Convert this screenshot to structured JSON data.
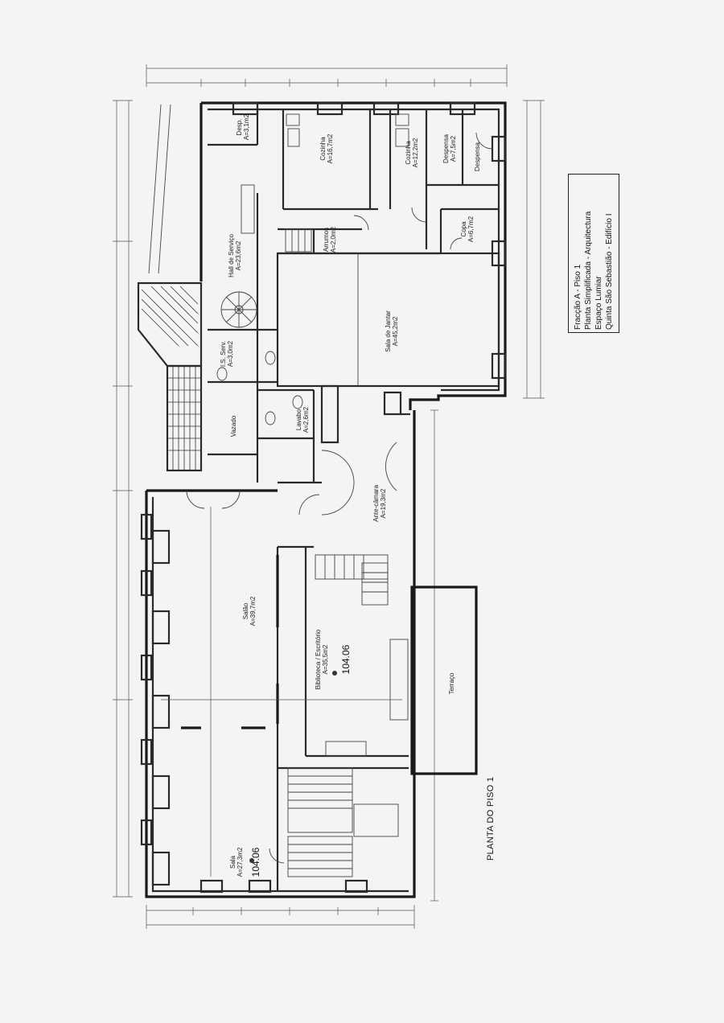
{
  "title_block": {
    "line1": "Fracção A - Piso 1",
    "line2": "Planta Simplificada - Arquitectura",
    "line3": "Espaço Lumiar",
    "line4": "Quinta São Sebastião - Edifício I"
  },
  "caption": "PLANTA DO PISO 1",
  "rooms": {
    "desp": {
      "name": "Desp.",
      "area": "A=3,1m2"
    },
    "cozinha1": {
      "name": "Cozinha",
      "area": "A=16,7m2"
    },
    "cozinha2": {
      "name": "Cozinha",
      "area": "A=12,2m2"
    },
    "despensa1": {
      "name": "Despensa",
      "area": "A=7,5m2"
    },
    "despensa2": {
      "name": "Despensa"
    },
    "hall": {
      "name": "Hall de Serviço",
      "area": "A=23,6m2"
    },
    "arrumos": {
      "name": "Arrumos",
      "area": "A=2,0m2"
    },
    "copa": {
      "name": "Copa",
      "area": "A=6,7m2"
    },
    "is_serv": {
      "name": "I.S. Serv.",
      "area": "A=3,0m2"
    },
    "sala_jantar": {
      "name": "Sala de Jantar",
      "area": "A=45,2m2"
    },
    "vazado": {
      "name": "Vazado"
    },
    "lavabo": {
      "name": "Lavabo",
      "area": "A=2,6m2"
    },
    "ante_camara": {
      "name": "Ante-câmara",
      "area": "A=19,3m2"
    },
    "salao": {
      "name": "Salão",
      "area": "A=39,7m2"
    },
    "biblioteca": {
      "name": "Biblioteca / Escritório",
      "area": "A=35,5m2",
      "tag": "104.06"
    },
    "terraco": {
      "name": "Terraço"
    },
    "sala": {
      "name": "Sala",
      "area": "A=27,3m2",
      "tag": "104.06"
    }
  }
}
